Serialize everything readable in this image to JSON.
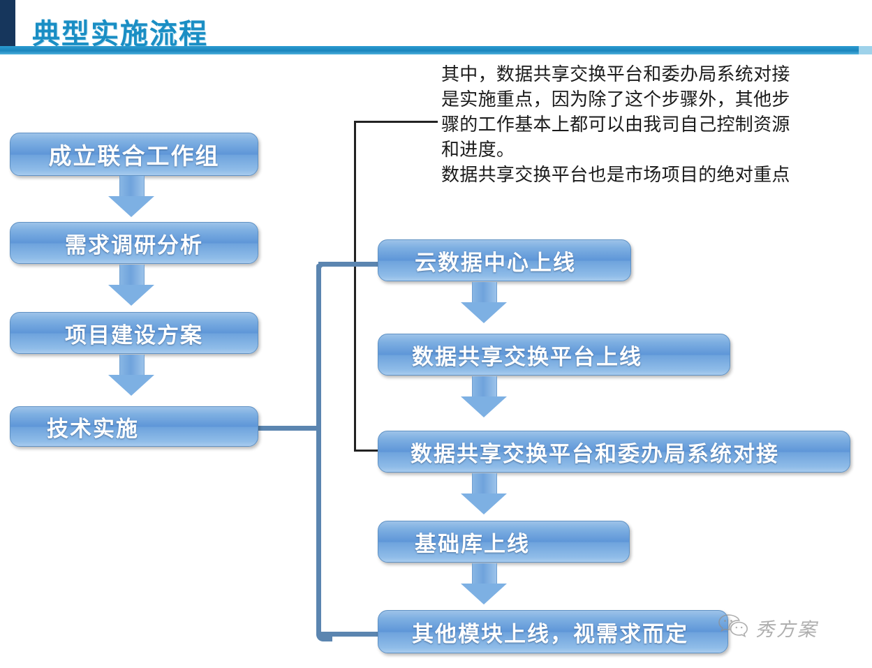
{
  "header": {
    "title": "典型实施流程",
    "accent_color": "#1a8ec4",
    "left_block_color": "#16365c"
  },
  "annotation": {
    "lines": [
      "其中，数据共享交换平台和委办局系统对接",
      "是实施重点，因为除了这个步骤外，其他步",
      "骤的工作基本上都可以由我司自己控制资源",
      "和进度。",
      "数据共享交换平台也是市场项目的绝对重点"
    ]
  },
  "flow": {
    "left_column": [
      {
        "label": "成立联合工作组"
      },
      {
        "label": "需求调研分析"
      },
      {
        "label": "项目建设方案"
      },
      {
        "label": "技术实施"
      }
    ],
    "right_column": [
      {
        "label": "云数据中心上线"
      },
      {
        "label": "数据共享交换平台上线"
      },
      {
        "label": "数据共享交换平台和委办局系统对接"
      },
      {
        "label": "基础库上线"
      },
      {
        "label": "其他模块上线，视需求而定"
      }
    ],
    "box_fill_color": "#6e9fd8",
    "box_border_color": "#5f91c4",
    "connector_blue_color": "#5b85b0",
    "connector_dark_color": "#222222"
  },
  "watermark": {
    "text": "秀方案",
    "icon": "wechat-icon"
  }
}
